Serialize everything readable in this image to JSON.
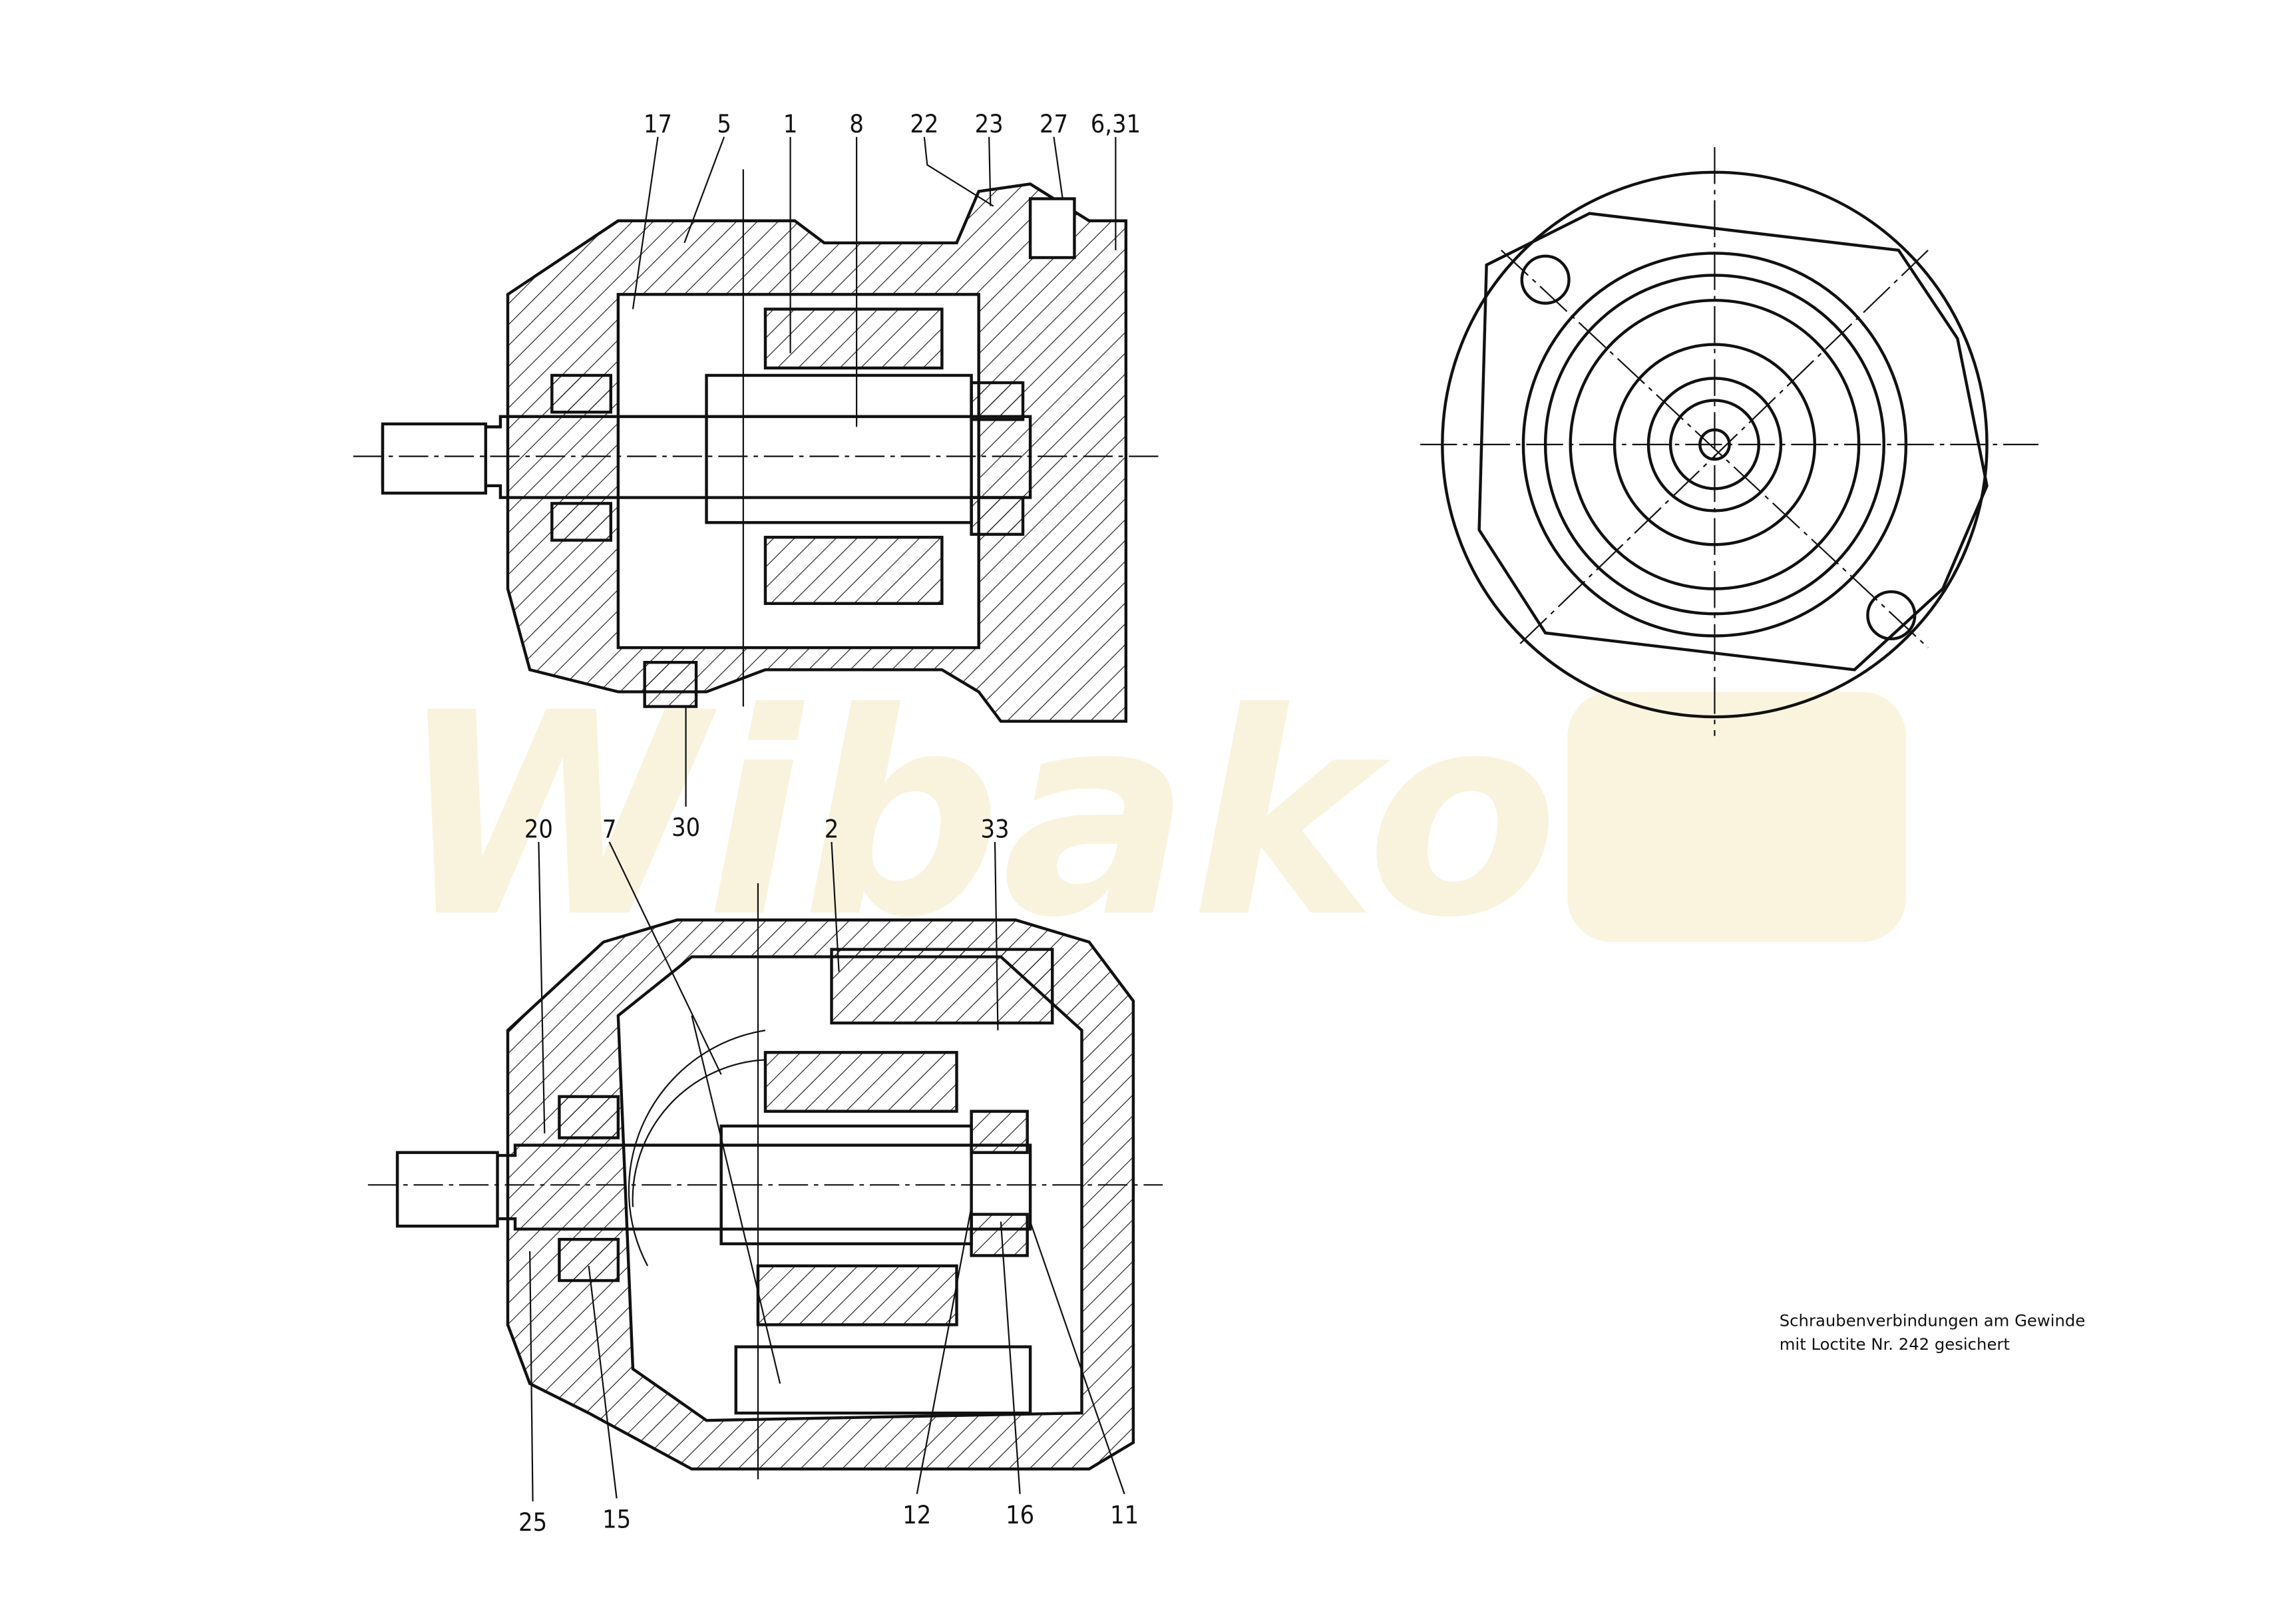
{
  "drawing": {
    "top_view_labels": [
      "17",
      "5",
      "1",
      "8",
      "22",
      "23",
      "27",
      "6,31",
      "30"
    ],
    "bottom_view_labels_top": [
      "20",
      "7",
      "2",
      "33"
    ],
    "bottom_view_labels_bottom": [
      "25",
      "15",
      "12",
      "16",
      "11"
    ],
    "note_line1": "Schraubenverbindungen am Gewinde",
    "note_line2": "mit Loctite Nr. 242 gesichert",
    "watermark": "Wibako"
  }
}
